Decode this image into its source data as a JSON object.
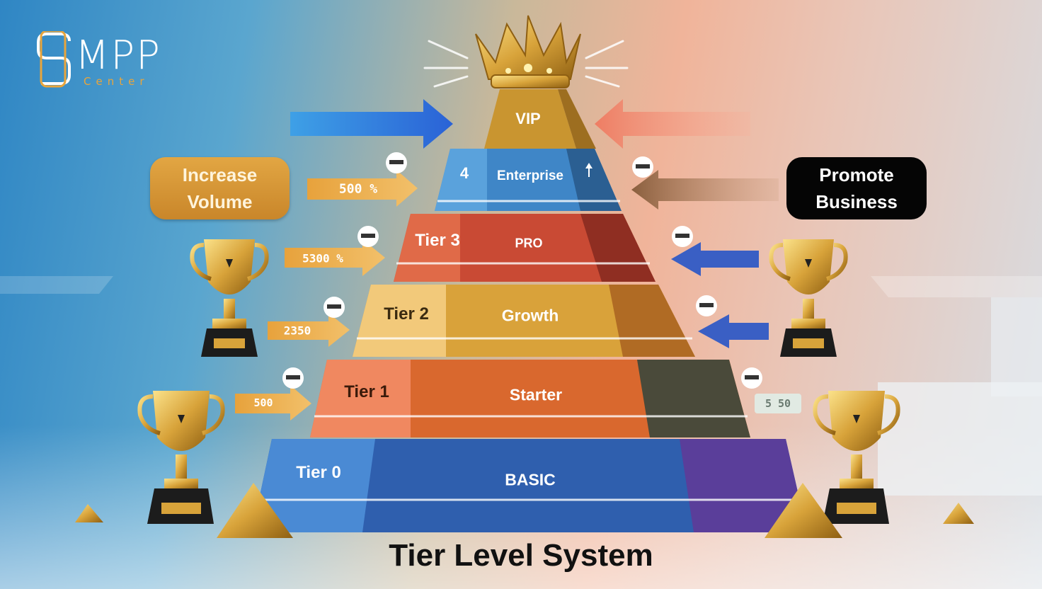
{
  "brand": {
    "name": "MPP",
    "sub": "Center"
  },
  "title": "Tier Level System",
  "callouts": {
    "left": "Increase Volume",
    "right": "Promote Business"
  },
  "tiers": [
    {
      "level": "",
      "name": "VIP",
      "color": "#c9942e"
    },
    {
      "level": "4",
      "name": "Enterprise",
      "color": "#3f86c7"
    },
    {
      "level": "Tier 3",
      "name": "PRO",
      "color": "#c94a34"
    },
    {
      "level": "Tier 2",
      "name": "Growth",
      "color": "#d9a23a"
    },
    {
      "level": "Tier 1",
      "name": "Starter",
      "color": "#d9682e"
    },
    {
      "level": "Tier 0",
      "name": "BASIC",
      "color": "#2f5fae"
    }
  ],
  "arrow_labels": [
    "500 %",
    "5300 %",
    "2350",
    "500",
    "5 50"
  ],
  "colors": {
    "gold": "#d9a23a",
    "blue_arrow": "#2f6bd0",
    "red_arrow": "#ef8a6c"
  },
  "icons": [
    "crown-icon",
    "trophy-icon",
    "pyramid-icon",
    "arrow-icon",
    "tag-icon",
    "up-arrow-icon"
  ]
}
